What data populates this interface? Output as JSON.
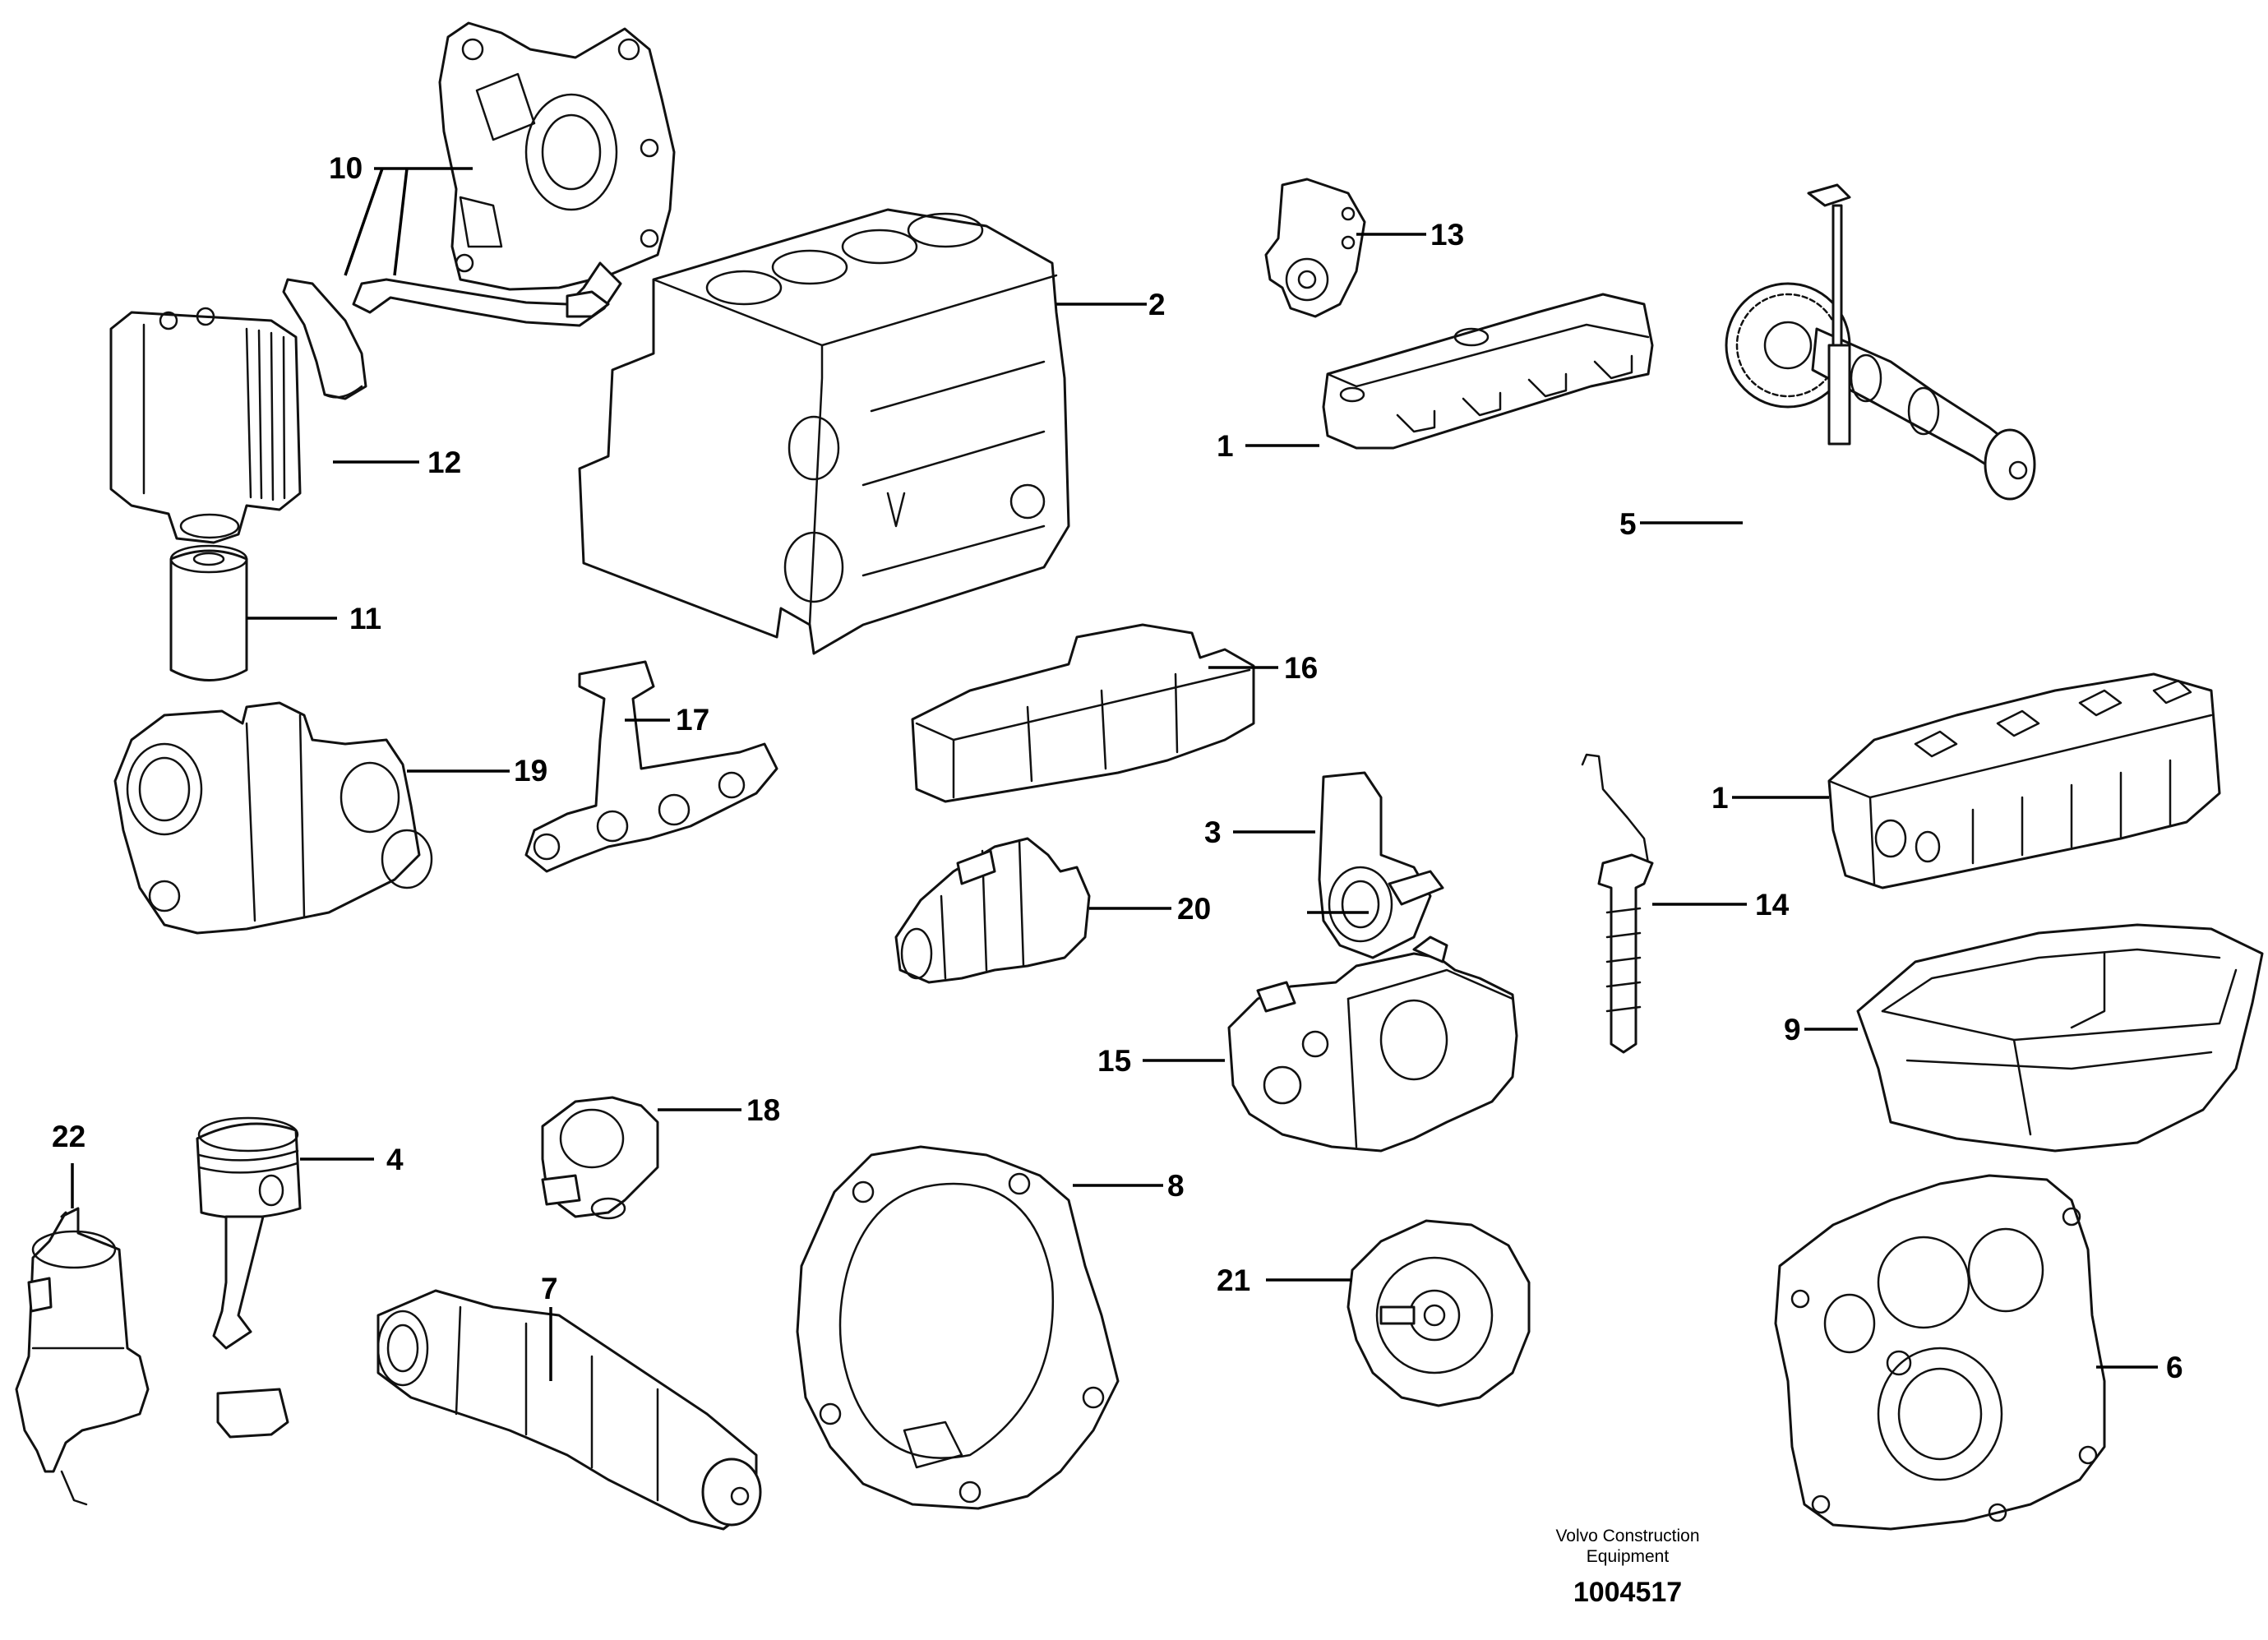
{
  "callouts": {
    "c1a": "1",
    "c1b": "1",
    "c2": "2",
    "c3": "3",
    "c4": "4",
    "c5": "5",
    "c6": "6",
    "c7": "7",
    "c8": "8",
    "c9": "9",
    "c10": "10",
    "c11": "11",
    "c12": "12",
    "c13": "13",
    "c14": "14",
    "c15": "15",
    "c16": "16",
    "c17": "17",
    "c18": "18",
    "c19": "19",
    "c20": "20",
    "c21": "21",
    "c22": "22"
  },
  "footer": {
    "brand_line1": "Volvo Construction",
    "brand_line2": "Equipment",
    "drawing_number": "1004517"
  }
}
